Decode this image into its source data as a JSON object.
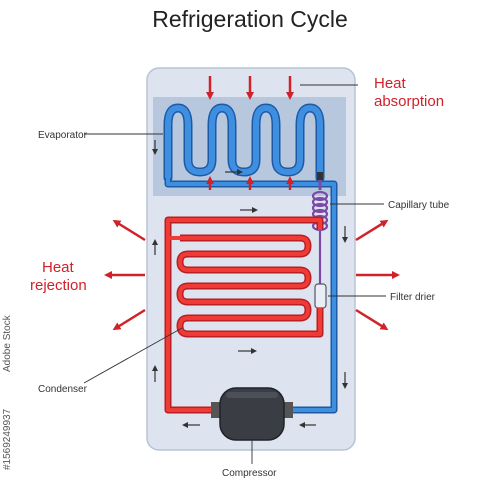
{
  "title": "Refrigeration Cycle",
  "labels": {
    "evaporator": "Evaporator",
    "capillary_tube": "Capillary tube",
    "filter_drier": "Filter drier",
    "condenser": "Condenser",
    "compressor": "Compressor",
    "heat_absorption_line1": "Heat",
    "heat_absorption_line2": "absorption",
    "heat_rejection_line1": "Heat",
    "heat_rejection_line2": "rejection"
  },
  "watermark": {
    "id": "#1569249937",
    "brand": "Adobe Stock"
  },
  "colors": {
    "cold_pipe": "#2b7bd4",
    "hot_pipe": "#e6302f",
    "heat_arrow": "#d0222a",
    "panel": "#dde4ef",
    "evaporator_box": "#b7c7de",
    "compressor": "#3a3e44"
  }
}
